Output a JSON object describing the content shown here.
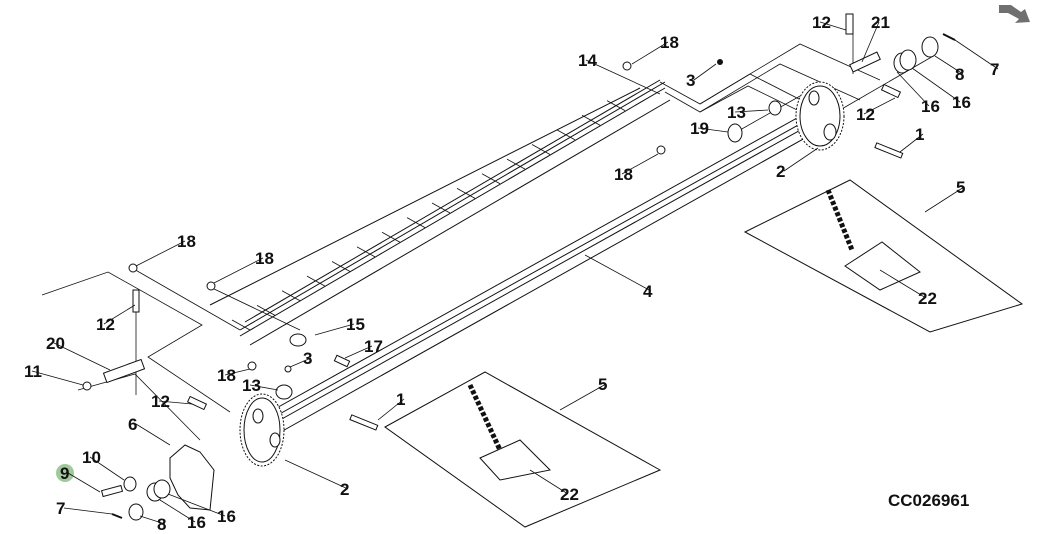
{
  "figure_code": "CC026961",
  "nav_arrow_icon": "next-arrow-icon",
  "highlight_color": "#8fbf8a",
  "highlighted_callout": "9",
  "callouts": {
    "c12_top": "12",
    "c21": "21",
    "c18_top": "18",
    "c14": "14",
    "c3_top": "3",
    "c7_top": "7",
    "c8_top": "8",
    "c16_top_a": "16",
    "c16_top_b": "16",
    "c13_top": "13",
    "c19": "19",
    "c12_right": "12",
    "c1_top": "1",
    "c18_mid": "18",
    "c2_top": "2",
    "c5_right": "5",
    "c22_right": "22",
    "c4": "4",
    "c18_left_a": "18",
    "c18_left_b": "18",
    "c12_left": "12",
    "c15": "15",
    "c20": "20",
    "c17": "17",
    "c3_left": "3",
    "c11": "11",
    "c18_bottom": "18",
    "c13_left": "13",
    "c12_bottom": "12",
    "c1_bottom": "1",
    "c5_bottom": "5",
    "c6": "6",
    "c10": "10",
    "c9": "9",
    "c2_bottom": "2",
    "c22_bottom": "22",
    "c7_bottom": "7",
    "c8_bottom": "8",
    "c16_bottom_a": "16",
    "c16_bottom_b": "16"
  }
}
